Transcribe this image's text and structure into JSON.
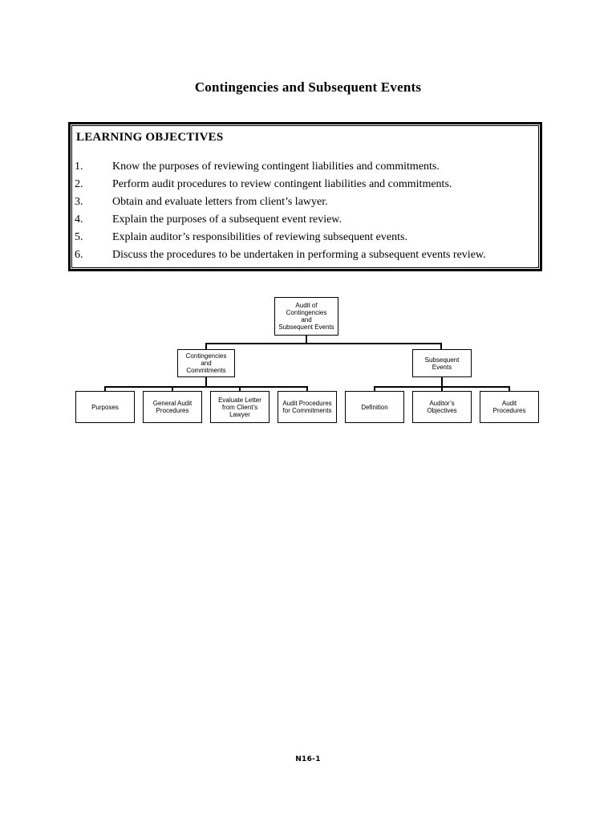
{
  "page": {
    "title": "Contingencies and Subsequent Events",
    "footer": "N16-1"
  },
  "learning_objectives": {
    "heading": "LEARNING OBJECTIVES",
    "items": [
      {
        "num": "1.",
        "text": "Know the purposes of reviewing contingent liabilities and commitments."
      },
      {
        "num": "2.",
        "text": "Perform audit procedures to review contingent liabilities and commitments."
      },
      {
        "num": "3.",
        "text": "Obtain and evaluate letters from client’s lawyer."
      },
      {
        "num": "4.",
        "text": "Explain the purposes of a subsequent event review."
      },
      {
        "num": "5.",
        "text": "Explain auditor’s responsibilities of reviewing subsequent events."
      },
      {
        "num": "6.",
        "text": "Discuss the procedures to be undertaken in performing a subsequent events review."
      }
    ]
  },
  "org_chart": {
    "root": {
      "label": "Audit of\nContingencies\nand\nSubsequent Events"
    },
    "branches": [
      {
        "label": "Contingencies\nand\nCommitments",
        "children": [
          {
            "label": "Purposes"
          },
          {
            "label": "General Audit\nProcedures"
          },
          {
            "label": "Evaluate Letter\nfrom Client’s\nLawyer"
          },
          {
            "label": "Audit Procedures\nfor Commitments"
          }
        ]
      },
      {
        "label": "Subsequent\nEvents",
        "children": [
          {
            "label": "Definition"
          },
          {
            "label": "Auditor’s\nObjectives"
          },
          {
            "label": "Audit\nProcedures"
          }
        ]
      }
    ]
  },
  "colors": {
    "page_background": "#ffffff",
    "text": "#000000",
    "rule": "#000000"
  }
}
